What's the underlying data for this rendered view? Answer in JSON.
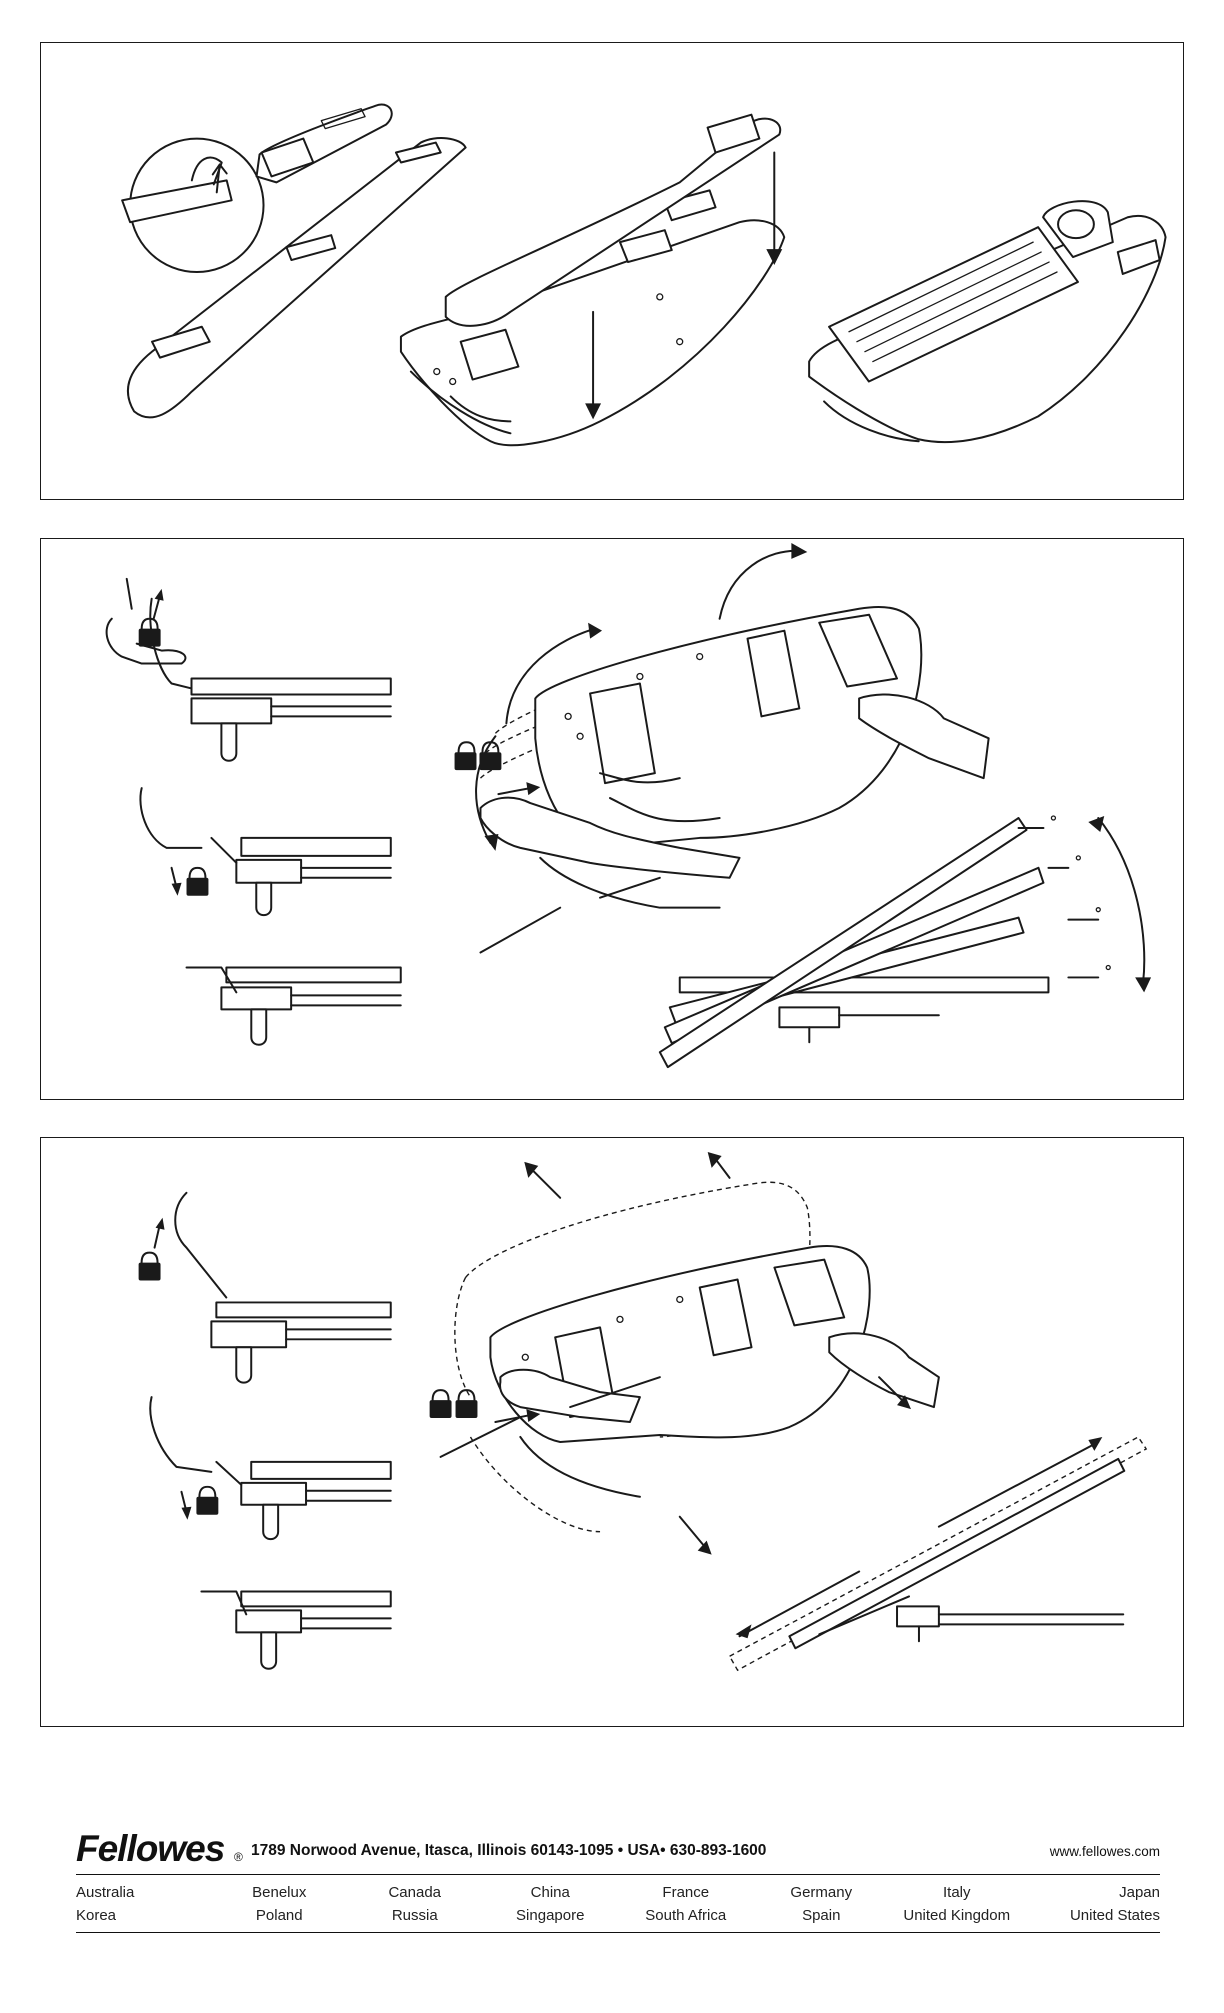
{
  "footer": {
    "brand": "Fellowes",
    "brand_mark": "®",
    "address": "1789 Norwood Avenue, Itasca, Illinois 60143-1095 • USA• 630-893-1600",
    "website": "www.fellowes.com",
    "countries_row_1": [
      "Australia",
      "Benelux",
      "Canada",
      "China",
      "France",
      "Germany",
      "Italy",
      "Japan"
    ],
    "countries_row_2": [
      "Korea",
      "Poland",
      "Russia",
      "Singapore",
      "South Africa",
      "Spain",
      "United Kingdom",
      "United States"
    ]
  },
  "illustrations": {
    "panel_1": [
      "velcro-peel-detail",
      "wrist-rest-strips",
      "mouse-pad-strip",
      "platform-assembly",
      "assembled-keyboard-platform"
    ],
    "panel_2": [
      "unlock-lever-lift",
      "lock-lever-press",
      "lever-locked",
      "tilt-platform-with-hands",
      "tilt-angle-positions"
    ],
    "panel_3": [
      "unlock-lever-lift",
      "lock-lever-press",
      "lever-locked",
      "slide-platform-with-hands",
      "slide-track-extension"
    ]
  }
}
